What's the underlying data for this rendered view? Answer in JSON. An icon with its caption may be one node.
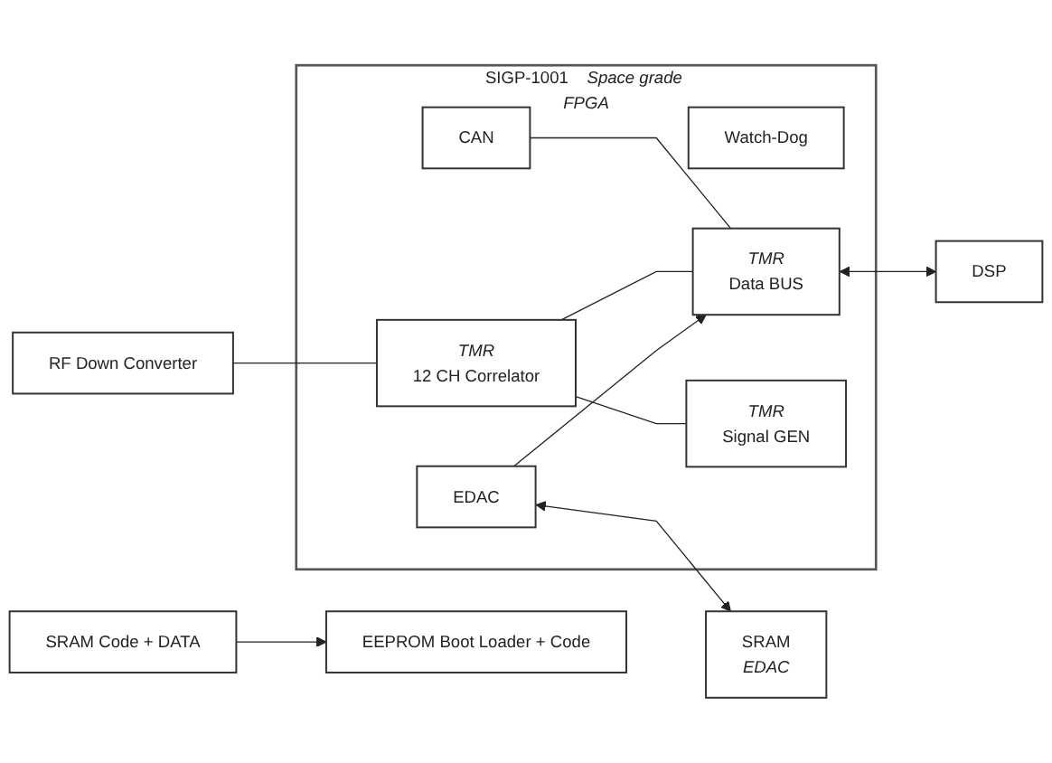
{
  "diagram": {
    "nodes": [
      {
        "text": [
          "SIGP-1001",
          "Space grade FPGA"
        ]
      },
      {
        "text": [
          "Watch-Dog"
        ],
        "in": 0
      },
      {
        "text": [
          "CAN"
        ],
        "in": 0
      },
      {
        "text": [
          "TMR",
          "12 CH Correlator"
        ],
        "in": 0
      },
      {
        "text": [
          "TMR",
          "Data BUS"
        ],
        "in": 0
      },
      {
        "text": [
          "TMR",
          "Signal GEN"
        ],
        "in": 0
      },
      {
        "text": [
          "EDAC"
        ],
        "in": 0
      },
      {
        "text": [
          "RF Down Converter"
        ]
      },
      {
        "text": [
          "DSP"
        ]
      },
      {
        "text": [
          "EEPROM Boot Loader + Code"
        ]
      },
      {
        "text": [
          "SRAM Code + DATA"
        ]
      },
      {
        "text": [
          "SRAM",
          "EDAC"
        ]
      }
    ],
    "edges": [
      {
        "from": 7,
        "to": 3,
        "arrow": "none"
      },
      {
        "from": 2,
        "to": 4,
        "arrow": "none"
      },
      {
        "from": 3,
        "to": 4,
        "arrow": "none"
      },
      {
        "from": 3,
        "to": 5,
        "arrow": "none"
      },
      {
        "from": 4,
        "to": 8,
        "arrow": "both"
      },
      {
        "from": 6,
        "to": 4,
        "arrow": "to"
      },
      {
        "from": 10,
        "to": 9,
        "arrow": "to"
      },
      {
        "from": 6,
        "to": 11,
        "arrow": "both"
      }
    ]
  }
}
